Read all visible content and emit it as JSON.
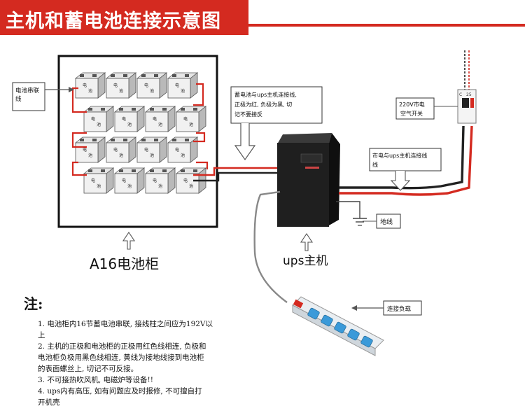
{
  "title": "主机和蓄电池连接示意图",
  "colors": {
    "accent": "#d42a20",
    "positive_wire": "#d42a20",
    "negative_wire": "#222222",
    "cabinet": "#111111",
    "ups": "#1b1b1b"
  },
  "labels": {
    "series_connection": [
      "电池串联",
      "线"
    ],
    "battery_ups_connection": [
      "蓄电池与ups主机连接线,",
      "正极为红, 负极为黑, 切",
      "记不要接反"
    ],
    "breaker": [
      "220V市电",
      "空气开关"
    ],
    "mains_ups_line": [
      "市电与ups主机连接线",
      "线"
    ],
    "ground_wire": "地线",
    "connect_load": "连接负载",
    "cabinet": "A16电池柜",
    "ups_host": "ups主机",
    "breaker_marks": [
      "C",
      "25"
    ]
  },
  "battery_terminal_marks": [
    "电",
    "池"
  ],
  "notes": {
    "heading": "注:",
    "items": [
      [
        "1. 电池柜内16节蓄电池串联, 接线柱之间应为192V以",
        "上"
      ],
      [
        "2. 主机的正极和电池柜的正极用红色线相连, 负极和",
        "电池柜负极用黑色线相连, 黄线为接地线接到电池柜",
        "的表面螺丝上, 切记不可反接。"
      ],
      [
        "3. 不可接热吹风机, 电磁炉等设备!!"
      ],
      [
        "4. ups内有高压, 如有问题应及时报修, 不可擅自打",
        "开机壳"
      ]
    ]
  },
  "icons": [
    "down-arrow-icon",
    "up-arrow-icon",
    "ground-symbol-icon",
    "battery-icon",
    "power-strip-icon",
    "circuit-breaker-icon"
  ]
}
